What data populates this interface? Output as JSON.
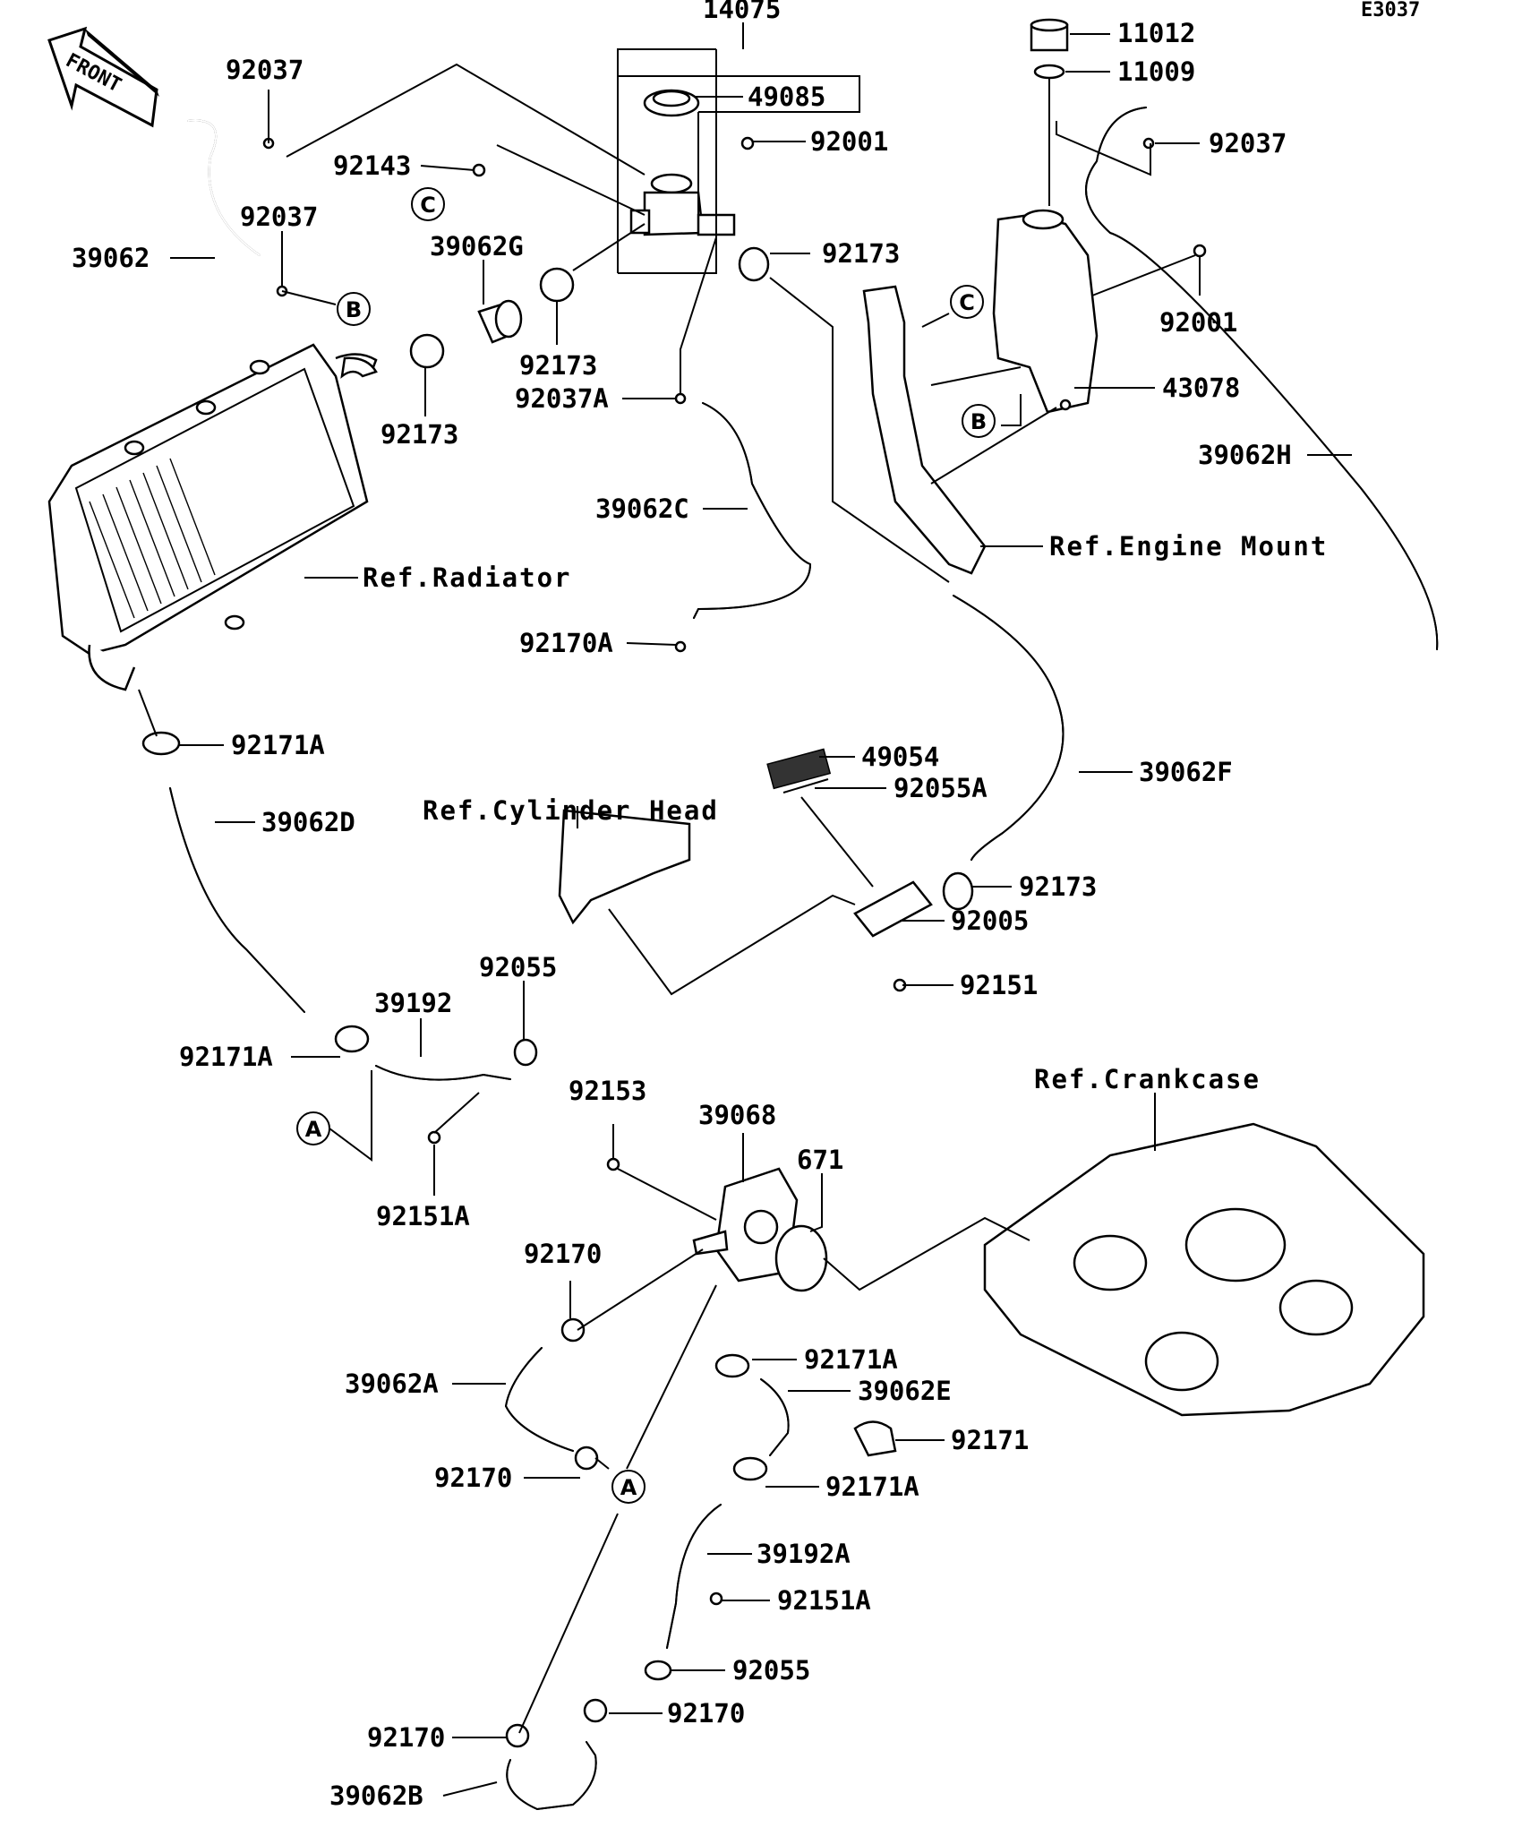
{
  "diagram_code": "E3037",
  "front_label": "FRONT",
  "callouts": {
    "A": "A",
    "B": "B",
    "C": "C"
  },
  "parts": {
    "p14075": "14075",
    "p49085": "49085",
    "p92001_top": "92001",
    "p92143": "92143",
    "p92037_a": "92037",
    "p92037_b": "92037",
    "p92037_c": "92037",
    "p39062": "39062",
    "p39062G": "39062G",
    "p92173_a": "92173",
    "p92173_b": "92173",
    "p92173_c": "92173",
    "p92173_d": "92173",
    "p92037A": "92037A",
    "p39062C": "39062C",
    "p92170A": "92170A",
    "p11012": "11012",
    "p11009": "11009",
    "p92001_right": "92001",
    "p43078": "43078",
    "p39062H": "39062H",
    "p92171A_a": "92171A",
    "p39062D": "39062D",
    "p49054": "49054",
    "p92055A": "92055A",
    "p39062F": "39062F",
    "p92005": "92005",
    "p92151": "92151",
    "p92055_a": "92055",
    "p39192": "39192",
    "p92171A_b": "92171A",
    "p92151A_a": "92151A",
    "p92153": "92153",
    "p39068": "39068",
    "p671": "671",
    "p92170_a": "92170",
    "p39062A": "39062A",
    "p92170_b": "92170",
    "p92171A_c": "92171A",
    "p39062E": "39062E",
    "p92171": "92171",
    "p92171A_d": "92171A",
    "p39192A": "39192A",
    "p92151A_b": "92151A",
    "p92055_b": "92055",
    "p92170_c": "92170",
    "p92170_d": "92170",
    "p39062B": "39062B"
  },
  "refs": {
    "radiator": "Ref.Radiator",
    "engine_mount": "Ref.Engine Mount",
    "cylinder_head": "Ref.Cylinder Head",
    "crankcase": "Ref.Crankcase"
  }
}
